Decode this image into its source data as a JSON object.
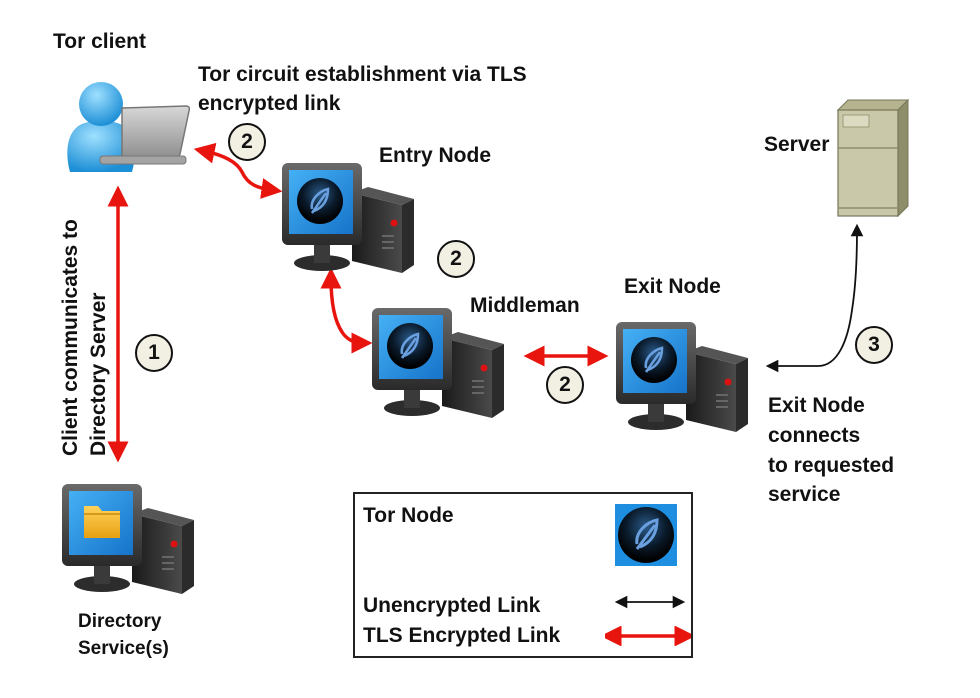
{
  "nodes": {
    "tor_client": {
      "label": "Tor client"
    },
    "entry": {
      "label": "Entry Node"
    },
    "middle": {
      "label": "Middleman"
    },
    "exit": {
      "label": "Exit Node"
    },
    "server": {
      "label": "Server"
    },
    "directory": {
      "label_line1": "Directory",
      "label_line2": "Service(s)"
    }
  },
  "annotations": {
    "circuit_line1": "Tor circuit establishment via TLS",
    "circuit_line2": "encrypted link",
    "client_dir_line1": "Client communicates  to",
    "client_dir_line2": "Directory  Server",
    "exit_line1": "Exit Node",
    "exit_line2": "connects",
    "exit_line3": "to requested",
    "exit_line4": "service"
  },
  "steps": {
    "step1": "1",
    "step2a": "2",
    "step2b": "2",
    "step2c": "2",
    "step3": "3"
  },
  "edges": [
    {
      "from": "tor_client",
      "to": "directory",
      "type": "tls",
      "step": "1"
    },
    {
      "from": "tor_client",
      "to": "entry",
      "type": "tls",
      "step": "2"
    },
    {
      "from": "entry",
      "to": "middle",
      "type": "tls",
      "step": "2"
    },
    {
      "from": "middle",
      "to": "exit",
      "type": "tls",
      "step": "2"
    },
    {
      "from": "exit",
      "to": "server",
      "type": "unencrypted",
      "step": "3"
    }
  ],
  "legend": {
    "tor_node": "Tor Node",
    "unencrypted": "Unencrypted Link",
    "tls": "TLS Encrypted Link"
  },
  "colors": {
    "tls_link": "#e8150f",
    "unencrypted_link": "#111111",
    "screen_blue": "#1e8fe0",
    "server_body": "#c9c8a8"
  }
}
